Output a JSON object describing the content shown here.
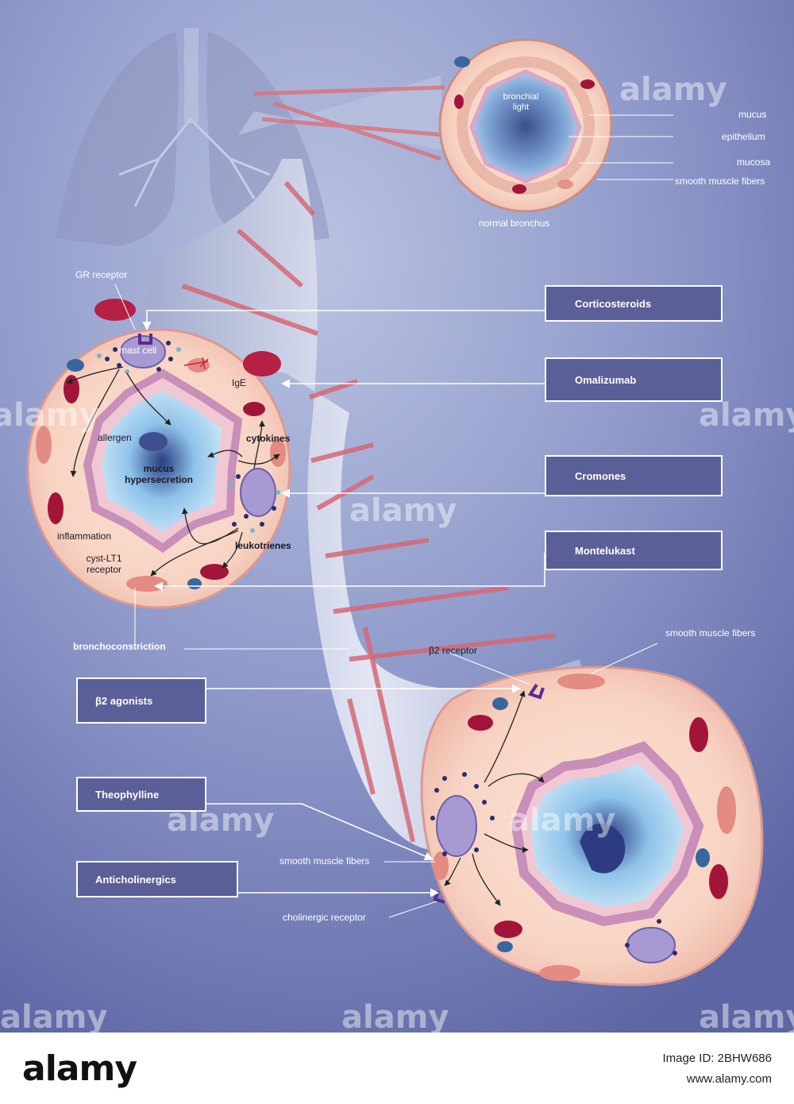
{
  "normal_section": {
    "bronchial_light": "bronchial light",
    "mucus": "mucus",
    "epithelium": "epithelium",
    "mucosa": "mucosa",
    "smooth_muscle": "smooth muscle fibers",
    "caption": "normal bronchus"
  },
  "asthma_section": {
    "gr_receptor": "GR receptor",
    "mast_cell": "mast cell",
    "ige": "IgE",
    "allergen": "allergen",
    "cytokines": "cytokines",
    "mucus_hyper": "mucus hypersecretion",
    "inflammation": "inflammation",
    "leukotrienes": "leukotrienes",
    "cyst_lt1": "cyst-LT1 receptor",
    "bronchoconstriction": "bronchoconstriction"
  },
  "lower_section": {
    "smooth_muscle_top": "smooth muscle fibers",
    "b2_receptor": "β2 receptor",
    "smooth_muscle_left": "smooth muscle fibers",
    "cholinergic": "cholinergic receptor"
  },
  "drugs": {
    "corticosteroids": "Corticosteroids",
    "omalizumab": "Omalizumab",
    "cromones": "Cromones",
    "montelukast": "Montelukast",
    "b2_agonists": "β2 agonists",
    "theophylline": "Theophylline",
    "anticholinergics": "Anticholinergics"
  },
  "watermark": "alamy",
  "footer": {
    "logo": "alamy",
    "image_id": "Image ID: 2BHW686",
    "url": "www.alamy.com"
  }
}
